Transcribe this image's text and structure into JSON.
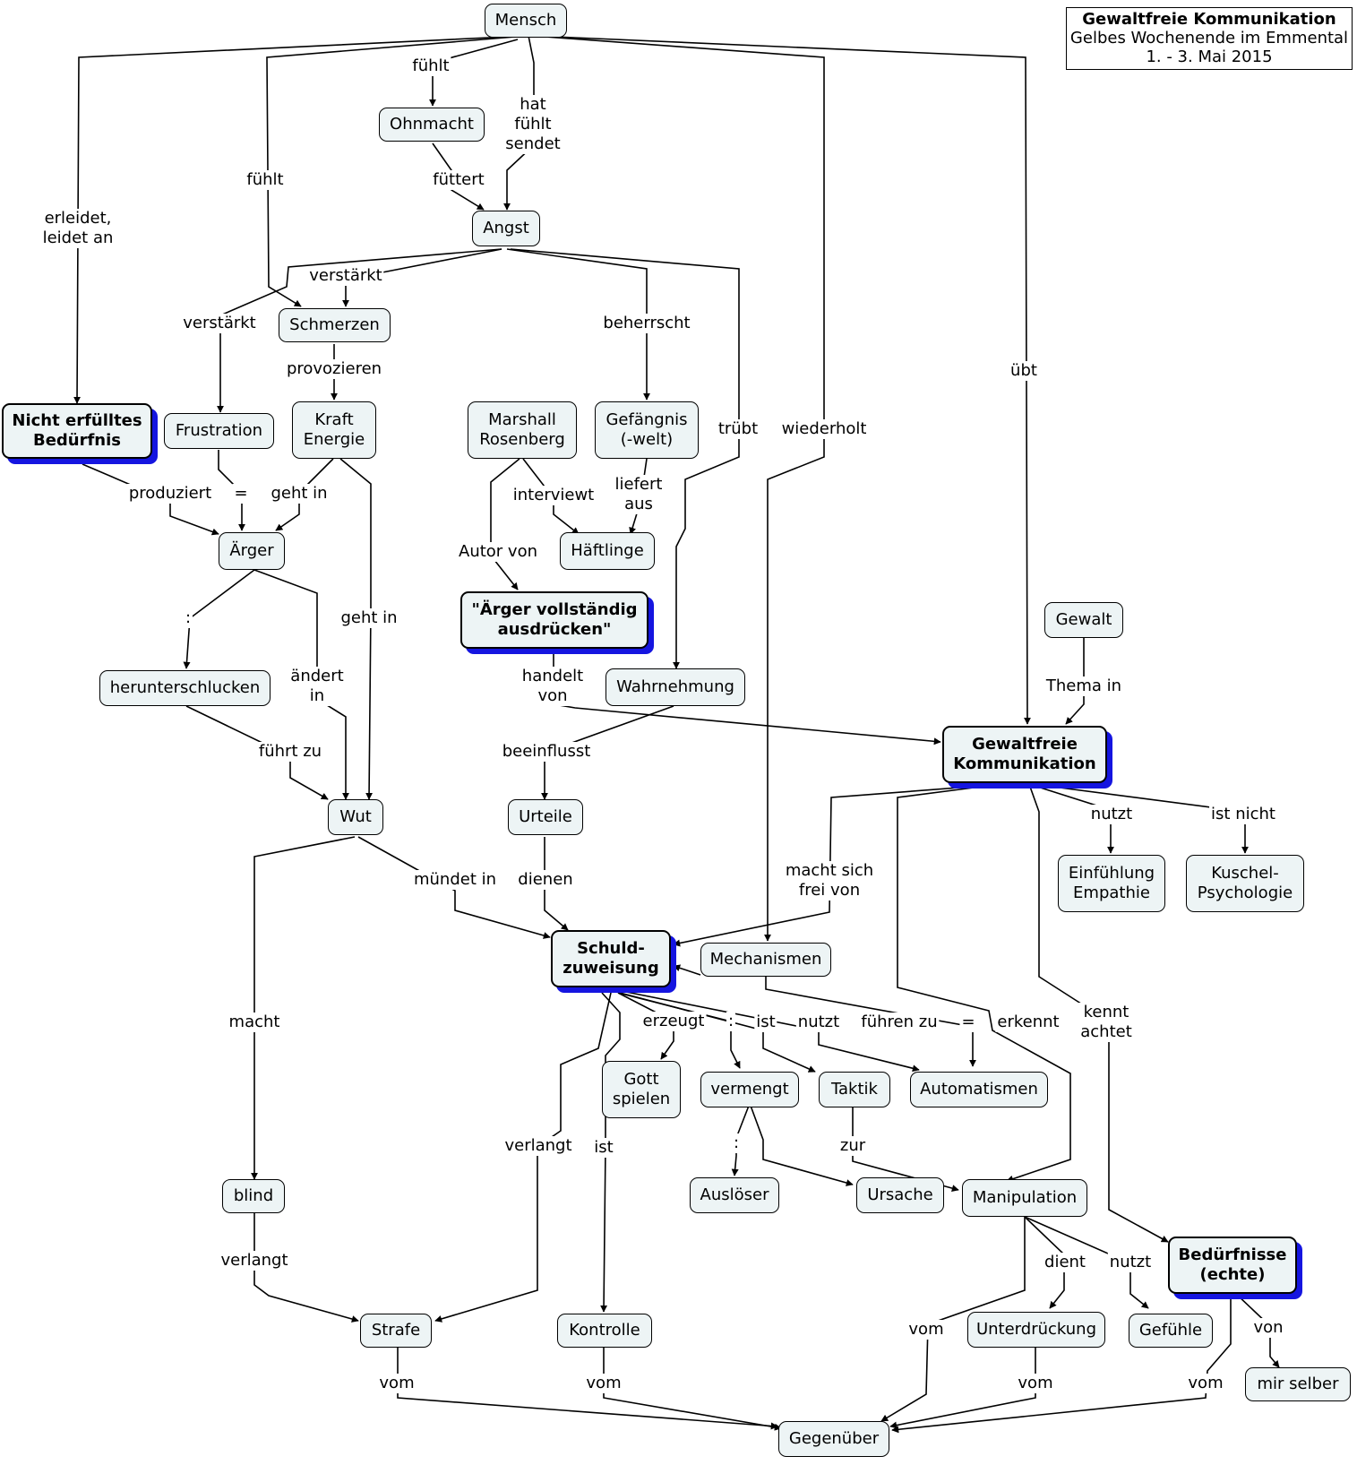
{
  "title": {
    "line1": "Gewaltfreie Kommunikation",
    "line2": "Gelbes Wochenende im Emmental",
    "line3": "1. - 3. Mai 2015"
  },
  "nodes": {
    "mensch": "Mensch",
    "ohnmacht": "Ohnmacht",
    "angst": "Angst",
    "schmerzen": "Schmerzen",
    "nicht_erfuelltes": "Nicht erfülltes\nBedürfnis",
    "frustration": "Frustration",
    "kraft": "Kraft\nEnergie",
    "marshall": "Marshall\nRosenberg",
    "gefaengnis": "Gefängnis\n(-welt)",
    "aerger": "Ärger",
    "haeftlinge": "Häftlinge",
    "aerger_ausdruecken": "\"Ärger vollständig\nausdrücken\"",
    "gewalt": "Gewalt",
    "herunterschlucken": "herunterschlucken",
    "wahrnehmung": "Wahrnehmung",
    "gfk": "Gewaltfreie\nKommunikation",
    "wut": "Wut",
    "urteile": "Urteile",
    "einfuehlung": "Einfühlung\nEmpathie",
    "kuschel": "Kuschel-\nPsychologie",
    "schuld": "Schuld-\nzuweisung",
    "mechanismen": "Mechanismen",
    "gott": "Gott\nspielen",
    "vermengt": "vermengt",
    "taktik": "Taktik",
    "automatismen": "Automatismen",
    "blind": "blind",
    "ausloeser": "Auslöser",
    "ursache": "Ursache",
    "manipulation": "Manipulation",
    "beduerfnisse": "Bedürfnisse\n(echte)",
    "strafe": "Strafe",
    "kontrolle": "Kontrolle",
    "unterdrueckung": "Unterdrückung",
    "gefuehle": "Gefühle",
    "mir_selber": "mir selber",
    "gegenueber": "Gegenüber"
  },
  "links": {
    "fuehlt_ohnmacht": "fühlt",
    "hat_fuehlt_sendet": "hat\nfühlt\nsendet",
    "fuehlt_schmerzen": "fühlt",
    "erleidet": "erleidet,\nleidet an",
    "fuettert": "füttert",
    "verstaerkt_schmerzen": "verstärkt",
    "verstaerkt_frustration": "verstärkt",
    "beherrscht": "beherrscht",
    "provozieren": "provozieren",
    "uebt": "übt",
    "truebt": "trübt",
    "wiederholt": "wiederholt",
    "produziert": "produziert",
    "gleich_frustration": "=",
    "geht_in_aerger": "geht in",
    "interviewt": "interviewt",
    "liefert_aus": "liefert\naus",
    "autor_von": "Autor von",
    "doppelpunkt_aerger": ":",
    "geht_in_wut": "geht in",
    "aendert_in": "ändert\nin",
    "handelt_von": "handelt\nvon",
    "thema_in": "Thema in",
    "fuehrt_zu": "führt zu",
    "beeinflusst": "beeinflusst",
    "nutzt_einfuehlung": "nutzt",
    "ist_nicht": "ist nicht",
    "macht_sich_frei": "macht sich\nfrei von",
    "muendet_in": "mündet in",
    "dienen": "dienen",
    "macht": "macht",
    "erzeugt": "erzeugt",
    "doppelpunkt_schuld": ":",
    "ist_taktik": "ist",
    "nutzt_automatismen": "nutzt",
    "fuehren_zu": "führen zu",
    "gleich_mechanismen": "=",
    "erkennt": "erkennt",
    "kennt_achtet": "kennt\nachtet",
    "verlangt_strafe": "verlangt",
    "ist_kontrolle": "ist",
    "doppelpunkt_vermengt": ":",
    "zur": "zur",
    "verlangt_blind": "verlangt",
    "dient": "dient",
    "nutzt_gefuehle": "nutzt",
    "von_mir": "von",
    "vom_strafe": "vom",
    "vom_kontrolle": "vom",
    "vom_manipulation": "vom",
    "vom_unterdrueckung": "vom",
    "vom_beduerfnisse": "vom"
  }
}
